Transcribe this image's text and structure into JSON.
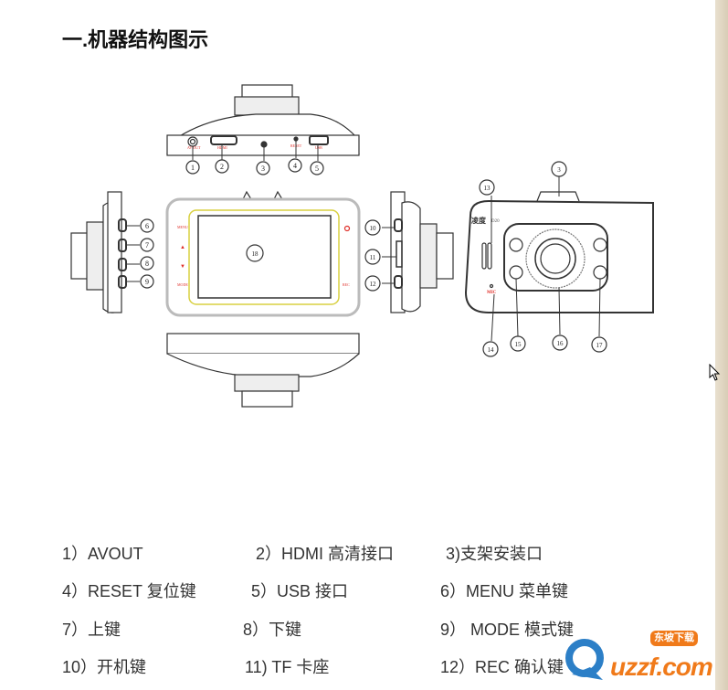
{
  "title": "一.机器结构图示",
  "diagram": {
    "callouts": [
      "1",
      "2",
      "3",
      "4",
      "5",
      "6",
      "7",
      "8",
      "9",
      "10",
      "11",
      "12",
      "13",
      "14",
      "15",
      "16",
      "17",
      "18",
      "3"
    ],
    "port_labels": {
      "avout": "AV OUT",
      "hdmi": "HDMI",
      "reset": "RESET",
      "usb": "USB",
      "menu": "MENU",
      "mode": "MODE",
      "rec": "REC",
      "mic": "MIC",
      "brand": "凌度",
      "model": "D20"
    },
    "line_color": "#333333",
    "label_color": "#e0302a",
    "accent_color": "#d8d040"
  },
  "items": [
    "1）AVOUT",
    "2）HDMI 高清接口",
    "3)支架安装口",
    "4）RESET 复位键",
    "5）USB 接口",
    "6）MENU 菜单键",
    "7）上键",
    "8）下键",
    "9） MODE 模式键",
    "10）开机键",
    "11) TF 卡座",
    "12）REC  确认键"
  ],
  "watermark": {
    "text": "uzzf.com",
    "badge": "东坡下载"
  }
}
